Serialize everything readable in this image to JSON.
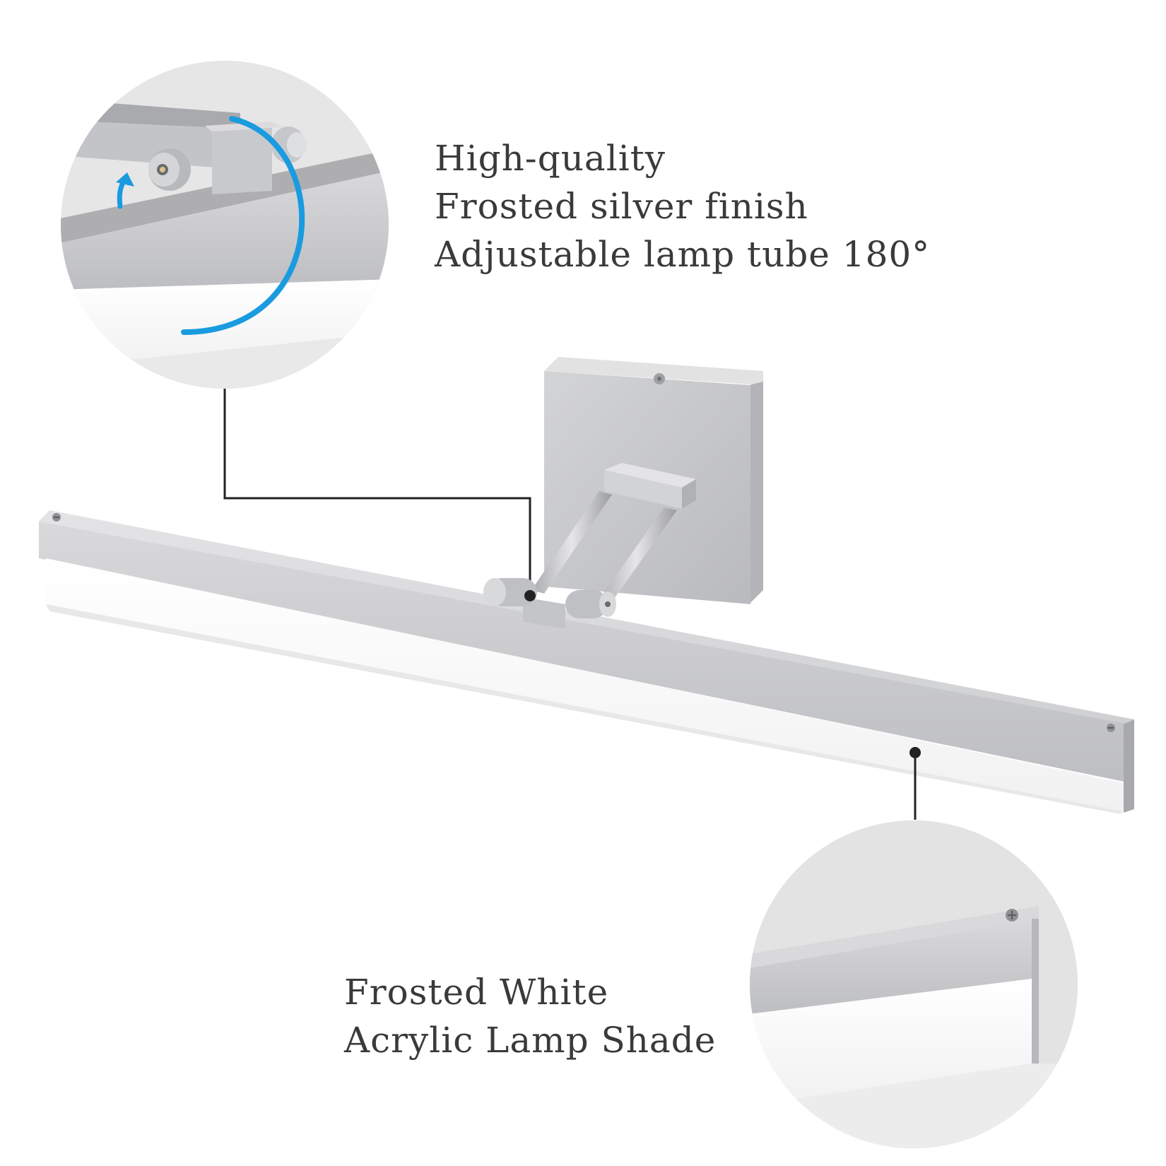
{
  "features": {
    "top_lines": [
      "High-quality",
      "Frosted silver finish",
      "Adjustable lamp tube 180°"
    ],
    "bottom_lines": [
      "Frosted White",
      "Acrylic Lamp Shade"
    ]
  },
  "colors": {
    "background": "#ffffff",
    "silver": "#c9c9cb",
    "silver_dark": "#a9aaad",
    "shade_white": "#f7f7f7",
    "rotation_arrow": "#1a9be0",
    "callout_line": "#222222",
    "text": "#3a3a3a"
  },
  "icons": {
    "rotation": "rotation-arrow-icon",
    "screw": "screw-icon"
  }
}
